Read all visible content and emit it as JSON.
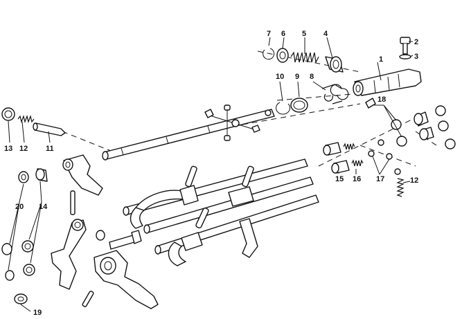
{
  "callouts": [
    {
      "id": "c1",
      "text": "1"
    },
    {
      "id": "c2",
      "text": "2"
    },
    {
      "id": "c3",
      "text": "3"
    },
    {
      "id": "c4",
      "text": "4"
    },
    {
      "id": "c5",
      "text": "5"
    },
    {
      "id": "c6",
      "text": "6"
    },
    {
      "id": "c7",
      "text": "7"
    },
    {
      "id": "c8",
      "text": "8"
    },
    {
      "id": "c9",
      "text": "9"
    },
    {
      "id": "c10",
      "text": "10"
    },
    {
      "id": "c11",
      "text": "11"
    },
    {
      "id": "c12a",
      "text": "12"
    },
    {
      "id": "c12b",
      "text": "12"
    },
    {
      "id": "c13",
      "text": "13"
    },
    {
      "id": "c14",
      "text": "14"
    },
    {
      "id": "c15",
      "text": "15"
    },
    {
      "id": "c16",
      "text": "16"
    },
    {
      "id": "c17",
      "text": "17"
    },
    {
      "id": "c18",
      "text": "18"
    },
    {
      "id": "c19",
      "text": "19"
    },
    {
      "id": "c20",
      "text": "20"
    }
  ]
}
